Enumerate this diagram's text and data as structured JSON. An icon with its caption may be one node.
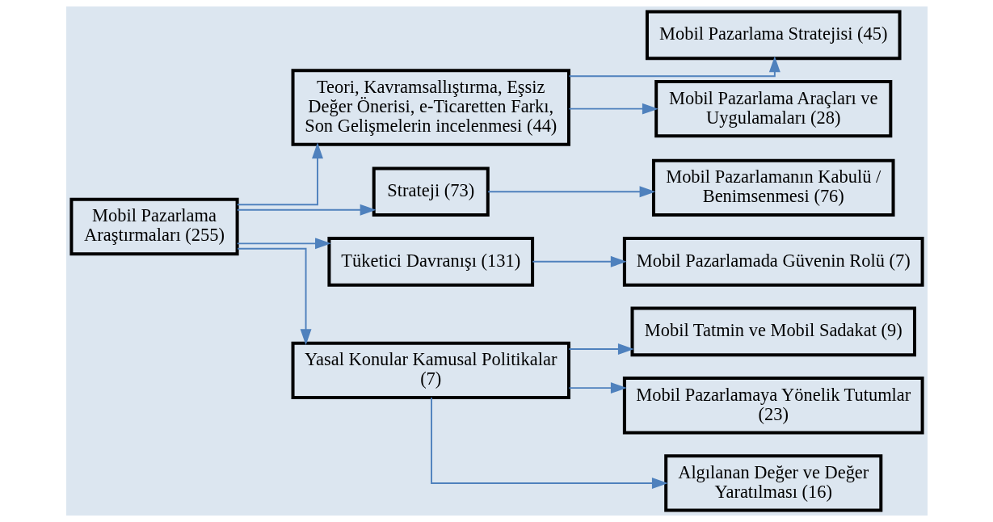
{
  "diagram": {
    "nodes": [
      {
        "text": [
          "Mobil Pazarlama Araştırmaları (255)"
        ]
      },
      {
        "text": [
          "Teori, Kavramsallıştırma, Eşsiz Değer Önerisi, e-Ticaretten Farkı, Son Gelişmelerin incelenmesi (44)"
        ]
      },
      {
        "text": [
          "Strateji (73)"
        ]
      },
      {
        "text": [
          "Tüketici Davranışı (131)"
        ]
      },
      {
        "text": [
          "Yasal Konular Kamusal Politikalar (7)"
        ]
      },
      {
        "text": [
          "Mobil Pazarlama Stratejisi (45)"
        ]
      },
      {
        "text": [
          "Mobil Pazarlama Araçları ve Uygulamaları (28)"
        ]
      },
      {
        "text": [
          "Mobil Pazarlamanın Kabulü / Benimsenmesi (76)"
        ]
      },
      {
        "text": [
          "Mobil Pazarlamada Güvenin Rolü (7)"
        ]
      },
      {
        "text": [
          "Mobil Tatmin ve Mobil Sadakat (9)"
        ]
      },
      {
        "text": [
          "Mobil Pazarlamaya Yönelik Tutumlar (23)"
        ]
      },
      {
        "text": [
          "Algılanan Değer ve Değer Yaratılması (16)"
        ]
      }
    ],
    "edges": [
      {
        "from": 0,
        "to": 1,
        "arrow": "to"
      },
      {
        "from": 0,
        "to": 2,
        "arrow": "to"
      },
      {
        "from": 0,
        "to": 3,
        "arrow": "to"
      },
      {
        "from": 0,
        "to": 4,
        "arrow": "to"
      },
      {
        "from": 1,
        "to": 5,
        "arrow": "to"
      },
      {
        "from": 1,
        "to": 6,
        "arrow": "to"
      },
      {
        "from": 2,
        "to": 7,
        "arrow": "to"
      },
      {
        "from": 3,
        "to": 8,
        "arrow": "to"
      },
      {
        "from": 4,
        "to": 9,
        "arrow": "to"
      },
      {
        "from": 4,
        "to": 10,
        "arrow": "to"
      },
      {
        "from": 4,
        "to": 11,
        "arrow": "to"
      }
    ]
  }
}
